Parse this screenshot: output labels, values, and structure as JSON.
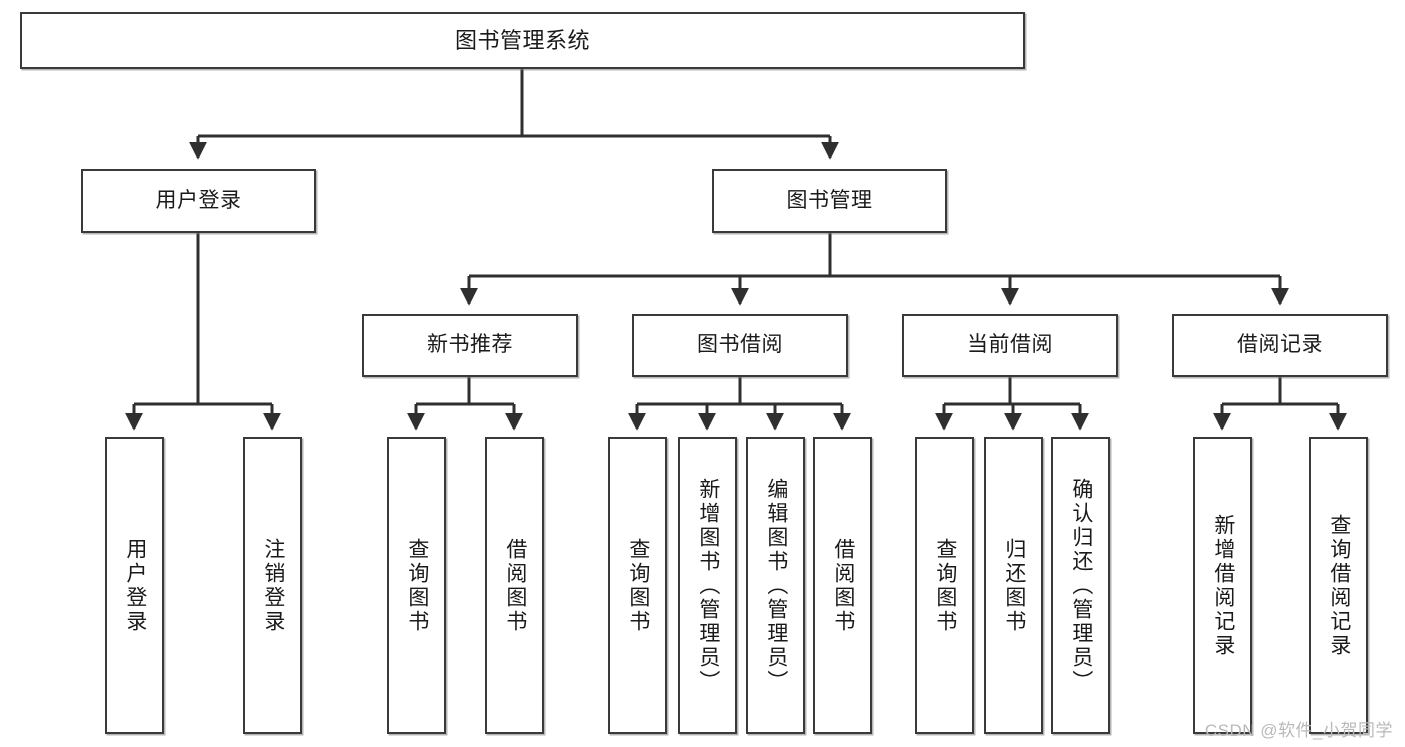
{
  "diagram": {
    "title": "图书管理系统",
    "watermark": "CSDN @软件_小贺同学",
    "colors": {
      "box_border": "#3a3a3a",
      "box_fill": "#ffffff",
      "connector": "#2f2f2f",
      "text": "#1a1a1a",
      "watermark": "#b9b9b9"
    },
    "levels": {
      "root": {
        "label": "图书管理系统"
      },
      "level2": [
        {
          "id": "user-login",
          "label": "用户登录"
        },
        {
          "id": "book-management",
          "label": "图书管理"
        }
      ],
      "level3": [
        {
          "id": "new-book-recommend",
          "label": "新书推荐"
        },
        {
          "id": "book-borrow",
          "label": "图书借阅"
        },
        {
          "id": "current-borrow",
          "label": "当前借阅"
        },
        {
          "id": "borrow-record",
          "label": "借阅记录"
        }
      ],
      "leaves": {
        "user-login": [
          {
            "id": "leaf-user-login",
            "label": "用户登录"
          },
          {
            "id": "leaf-logout-login",
            "label": "注销登录"
          }
        ],
        "new-book-recommend": [
          {
            "id": "leaf-query-book-1",
            "label": "查询图书"
          },
          {
            "id": "leaf-borrow-book-1",
            "label": "借阅图书"
          }
        ],
        "book-borrow": [
          {
            "id": "leaf-query-book-2",
            "label": "查询图书"
          },
          {
            "id": "leaf-add-book",
            "label": "新增图书（管理员）"
          },
          {
            "id": "leaf-edit-book",
            "label": "编辑图书（管理员）"
          },
          {
            "id": "leaf-borrow-book-2",
            "label": "借阅图书"
          }
        ],
        "current-borrow": [
          {
            "id": "leaf-query-book-3",
            "label": "查询图书"
          },
          {
            "id": "leaf-return-book",
            "label": "归还图书"
          },
          {
            "id": "leaf-confirm-return",
            "label": "确认归还（管理员）"
          }
        ],
        "borrow-record": [
          {
            "id": "leaf-add-record",
            "label": "新增借阅记录"
          },
          {
            "id": "leaf-query-record",
            "label": "查询借阅记录"
          }
        ]
      }
    }
  }
}
